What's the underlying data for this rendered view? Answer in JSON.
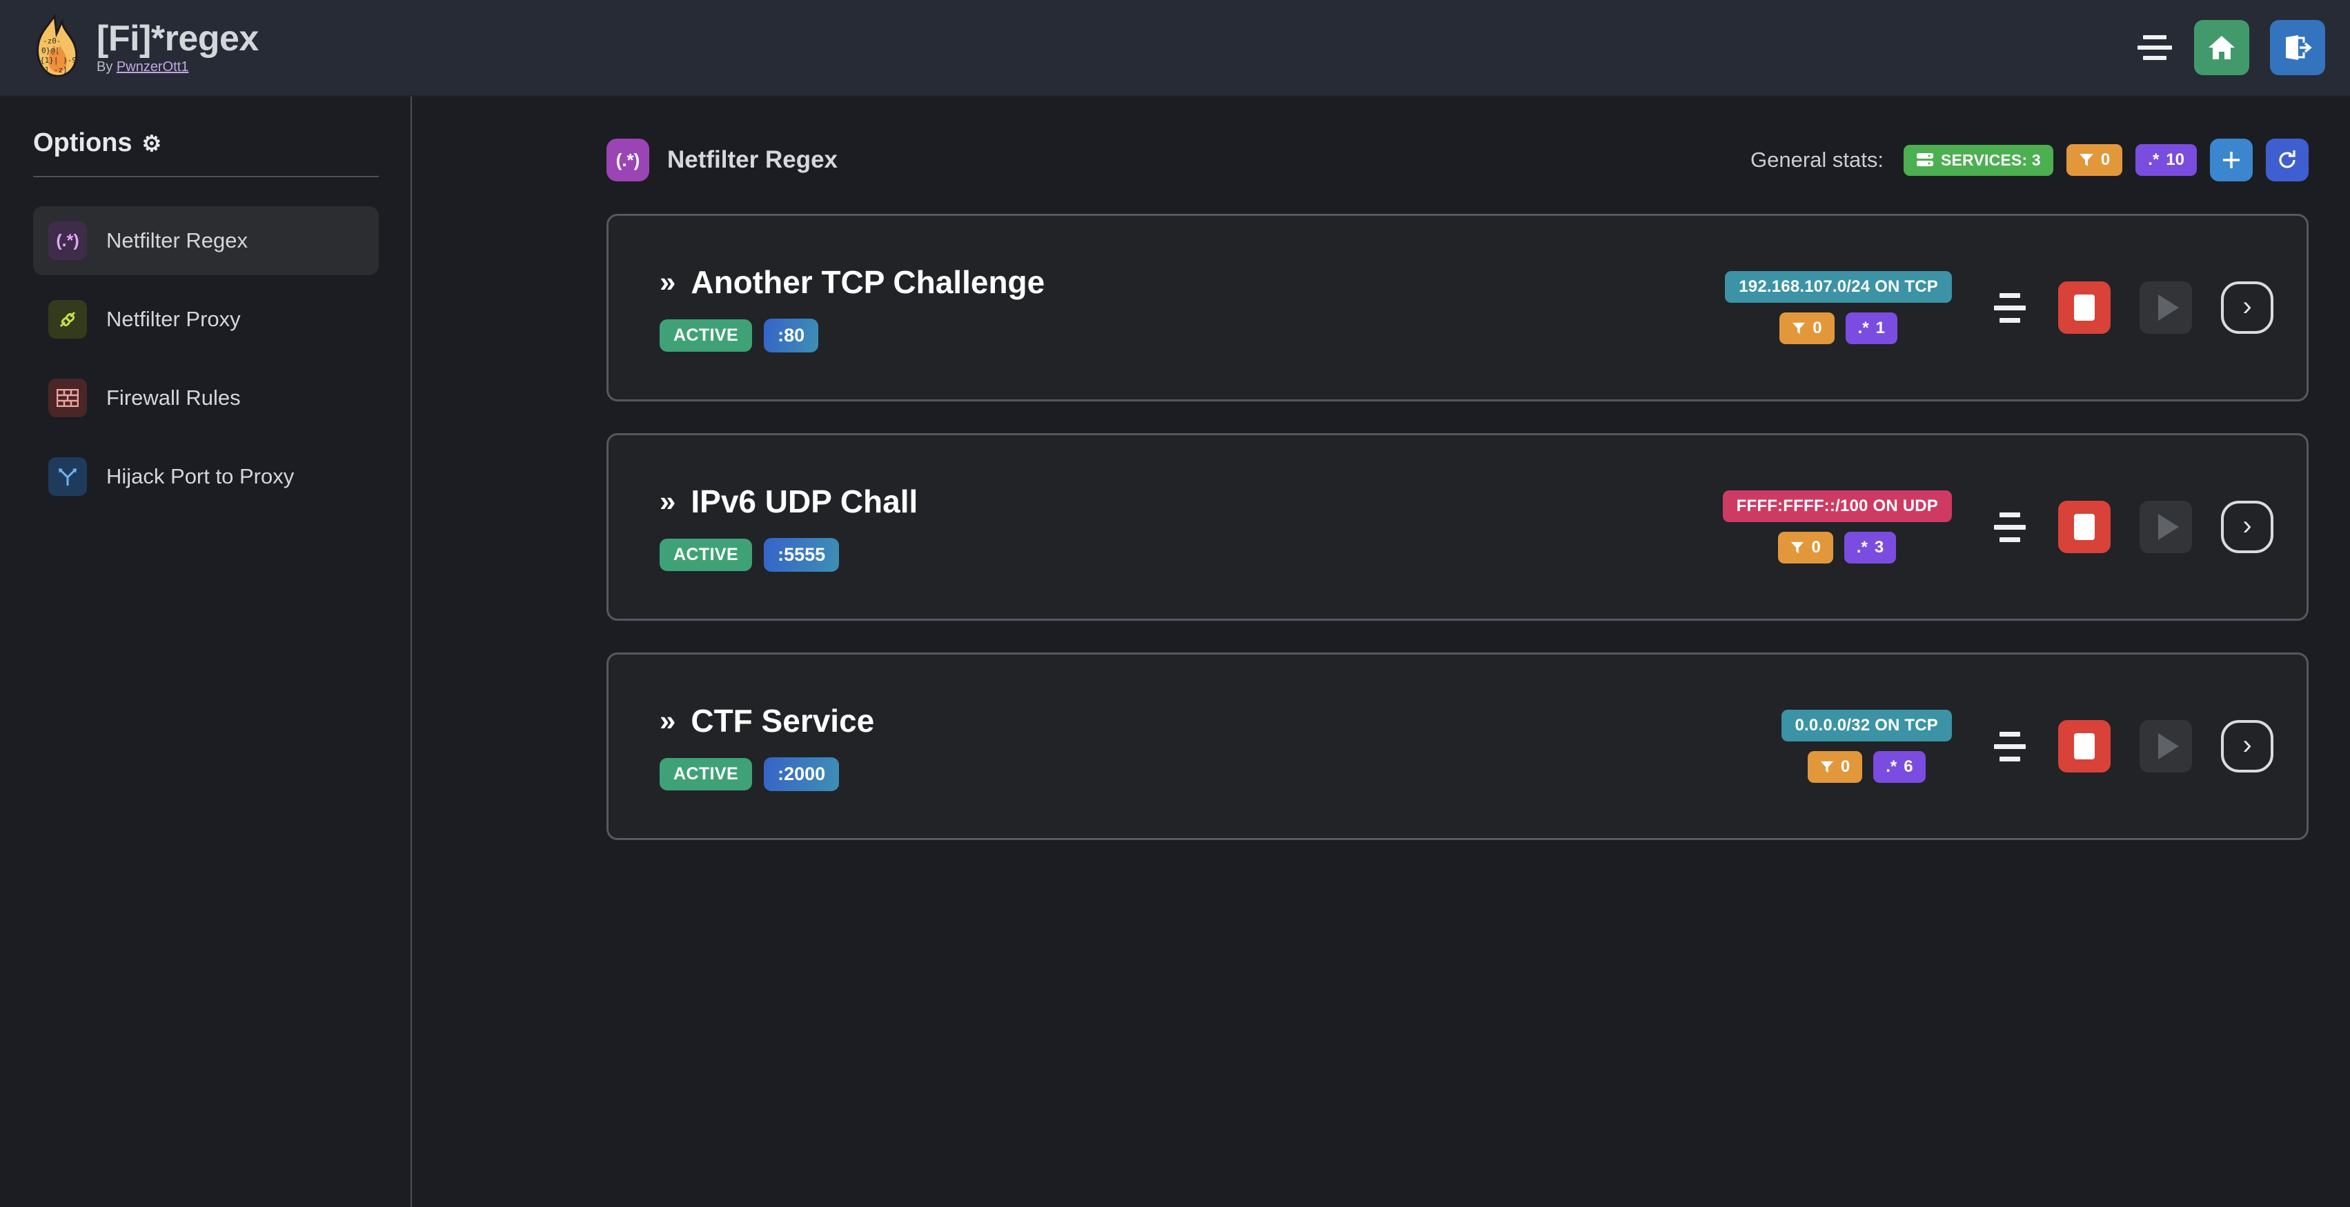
{
  "header": {
    "app_title": "[Fi]*regex",
    "by_prefix": "By ",
    "author": "PwnzerOtt1",
    "logo_icon": "flame-regex-icon",
    "menu_icon": "hamburger-icon",
    "home_icon": "home-icon",
    "logout_icon": "logout-icon"
  },
  "sidebar": {
    "title": "Options",
    "gear_icon": "⚙",
    "items": [
      {
        "label": "Netfilter Regex",
        "glyph": "(.*)",
        "icon": "regex-icon",
        "active": true
      },
      {
        "label": "Netfilter Proxy",
        "glyph": "⚭",
        "icon": "proxy-plug-icon",
        "active": false
      },
      {
        "label": "Firewall Rules",
        "glyph": "☷",
        "icon": "brick-wall-icon",
        "active": false
      },
      {
        "label": "Hijack Port to Proxy",
        "glyph": "⑂",
        "icon": "shuffle-arrows-icon",
        "active": false
      }
    ]
  },
  "main": {
    "page_icon_glyph": "(.*)",
    "page_title": "Netfilter Regex",
    "stats_label": "General stats:",
    "stats": {
      "services_icon": "server-icon",
      "services_label": "SERVICES: 3",
      "filter_icon": "🔻",
      "filter_count": "0",
      "regex_icon": ".*",
      "regex_count": "10"
    },
    "add_button": "+",
    "refresh_button": "↻"
  },
  "services": [
    {
      "chevron": "»",
      "name": "Another TCP Challenge",
      "status": "ACTIVE",
      "port": ":80",
      "network": "192.168.107.0/24 ON TCP",
      "network_type": "tcp",
      "filter_count": "0",
      "regex_count": "1",
      "regex_icon": ".*",
      "handle_icon": "drag-handle-icon",
      "stop_icon": "stop-icon",
      "play_icon": "play-icon",
      "open_icon": "chevron-right-icon"
    },
    {
      "chevron": "»",
      "name": "IPv6 UDP Chall",
      "status": "ACTIVE",
      "port": ":5555",
      "network": "FFFF:FFFF::/100 ON UDP",
      "network_type": "udp",
      "filter_count": "0",
      "regex_count": "3",
      "regex_icon": ".*",
      "handle_icon": "drag-handle-icon",
      "stop_icon": "stop-icon",
      "play_icon": "play-icon",
      "open_icon": "chevron-right-icon"
    },
    {
      "chevron": "»",
      "name": "CTF Service",
      "status": "ACTIVE",
      "port": ":2000",
      "network": "0.0.0.0/32 ON TCP",
      "network_type": "tcp",
      "filter_count": "0",
      "regex_count": "6",
      "regex_icon": ".*",
      "handle_icon": "drag-handle-icon",
      "stop_icon": "stop-icon",
      "play_icon": "play-icon",
      "open_icon": "chevron-right-icon"
    }
  ],
  "colors": {
    "bg": "#1b1d22",
    "topbar": "#272b35",
    "card_bg": "#212327",
    "card_border": "#55585e",
    "accent_green": "#4caf50",
    "accent_orange": "#e2983a",
    "accent_purple": "#7b4ce0",
    "accent_teal": "#3b93a5",
    "accent_pink": "#cf3a63",
    "accent_red": "#d94238",
    "accent_blue": "#3b86cf"
  }
}
